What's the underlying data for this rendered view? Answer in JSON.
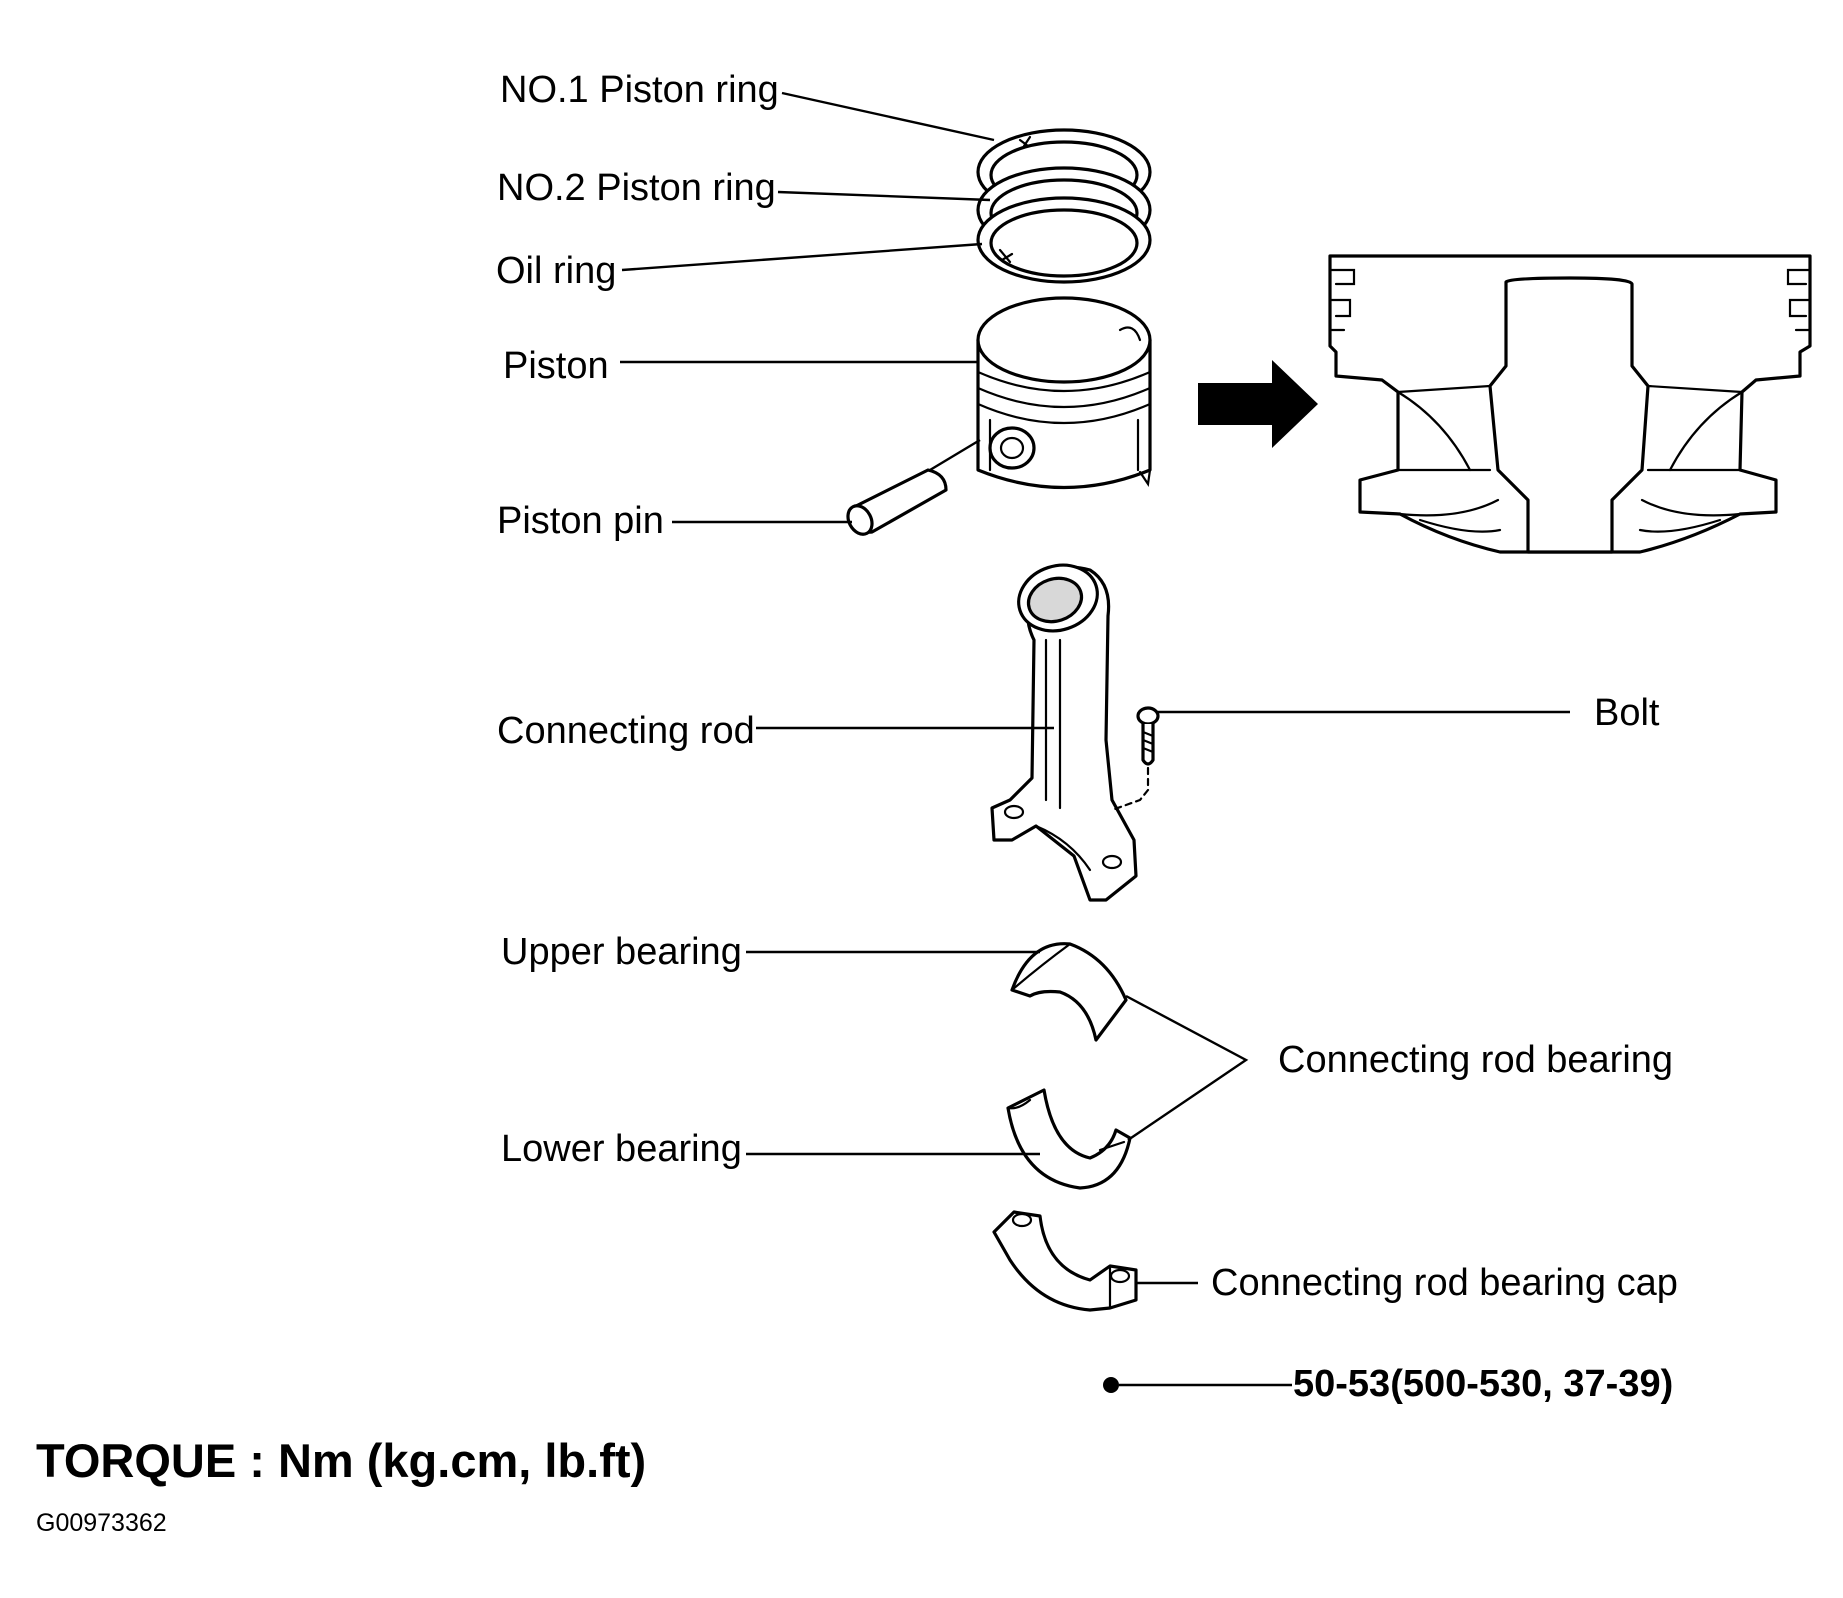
{
  "labels": {
    "no1_piston_ring": "NO.1 Piston ring",
    "no2_piston_ring": "NO.2 Piston ring",
    "oil_ring": "Oil ring",
    "piston": "Piston",
    "piston_pin": "Piston pin",
    "connecting_rod": "Connecting rod",
    "bolt": "Bolt",
    "upper_bearing": "Upper bearing",
    "connecting_rod_bearing": "Connecting rod bearing",
    "lower_bearing": "Lower bearing",
    "connecting_rod_bearing_cap": "Connecting rod bearing cap",
    "torque_value": "50-53(500-530, 37-39)"
  },
  "legend": {
    "torque_units": "TORQUE : Nm (kg.cm, lb.ft)"
  },
  "figure_code": "G00973362"
}
